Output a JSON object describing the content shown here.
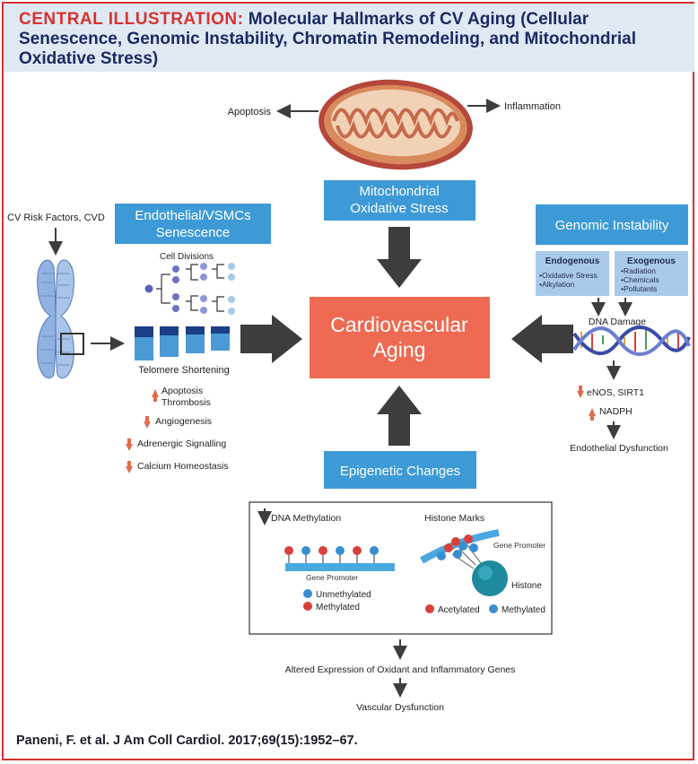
{
  "header": {
    "label": "CENTRAL ILLUSTRATION:",
    "title": "Molecular Hallmarks of CV Aging (Cellular Senescence, Genomic Instability, Chromatin Remodeling, and Mitochondrial Oxidative Stress)"
  },
  "center": {
    "line1": "Cardiovascular",
    "line2": "Aging"
  },
  "mito": {
    "box_line1": "Mitochondrial",
    "box_line2": "Oxidative Stress",
    "left_label": "Apoptosis",
    "right_label": "Inflammation"
  },
  "senescence": {
    "input_label": "CV Risk Factors, CVD",
    "box_line1": "Endothelial/VSMCs",
    "box_line2": "Senescence",
    "cell_divisions": "Cell Divisions",
    "telomere": "Telomere Shortening",
    "effects": [
      "Apoptosis",
      "Thrombosis",
      "Angiogenesis",
      "Adrenergic Signalling",
      "Calcium Homeostasis"
    ]
  },
  "genomic": {
    "box": "Genomic Instability",
    "endogenous_title": "Endogenous",
    "endogenous_items": [
      "•Oxidative Stress",
      "•Alkylation"
    ],
    "exogenous_title": "Exogenous",
    "exogenous_items": [
      "•Radiation",
      "•Chemicals",
      "•Pollutants"
    ],
    "dna_damage": "DNA Damage",
    "effects": [
      "eNOS, SIRT1",
      "NADPH"
    ],
    "outcome": "Endothelial Dysfunction"
  },
  "epigenetic": {
    "box": "Epigenetic Changes",
    "dna_methylation": "DNA Methylation",
    "histone_marks": "Histone Marks",
    "gene_promoter": "Gene Promoter",
    "unmethylated": "Unmethylated",
    "methylated": "Methylated",
    "histone": "Histone",
    "acetylated": "Acetylated",
    "altered_expression": "Altered Expression of Oxidant and Inflammatory Genes",
    "vascular_dysfunction": "Vascular Dysfunction"
  },
  "citation": "Paneni, F. et al. J Am Coll Cardiol. 2017;69(15):1952–67.",
  "colors": {
    "frame": "#d7332f",
    "header_bg": "#dfe9f4",
    "header_title": "#1b2a63",
    "box_blue": "#3e9ad6",
    "box_light": "#a9cbe9",
    "center_box": "#ee6a52",
    "arrow_dark": "#3d3d3d",
    "up_down_arrow": "#e06b4d"
  }
}
